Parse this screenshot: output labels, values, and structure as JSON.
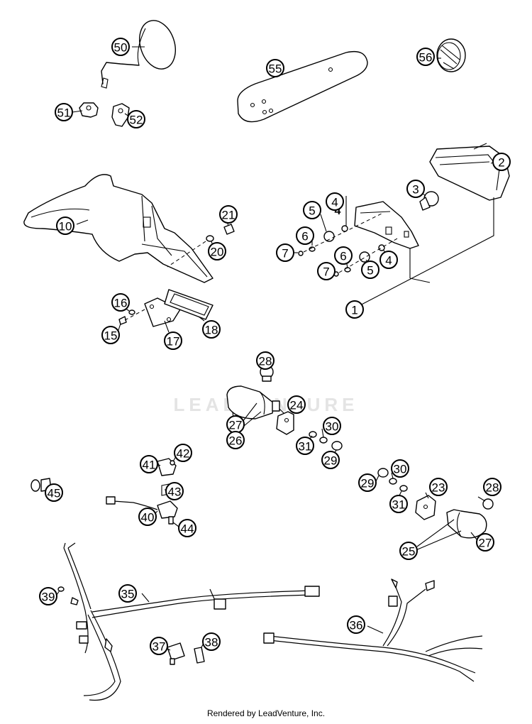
{
  "watermark": "LEADVENTURE",
  "footer": "Rendered by LeadVenture, Inc.",
  "group_label": "4",
  "callouts": [
    {
      "id": "c50",
      "label": "50"
    },
    {
      "id": "c51",
      "label": "51"
    },
    {
      "id": "c52",
      "label": "52"
    },
    {
      "id": "c55",
      "label": "55"
    },
    {
      "id": "c56",
      "label": "56"
    },
    {
      "id": "c2",
      "label": "2"
    },
    {
      "id": "c3",
      "label": "3"
    },
    {
      "id": "c10",
      "label": "10"
    },
    {
      "id": "c21",
      "label": "21"
    },
    {
      "id": "c20",
      "label": "20"
    },
    {
      "id": "c5a",
      "label": "5"
    },
    {
      "id": "c4a",
      "label": "4"
    },
    {
      "id": "c6a",
      "label": "6"
    },
    {
      "id": "c7a",
      "label": "7"
    },
    {
      "id": "c6b",
      "label": "6"
    },
    {
      "id": "c4b",
      "label": "4"
    },
    {
      "id": "c7b",
      "label": "7"
    },
    {
      "id": "c5b",
      "label": "5"
    },
    {
      "id": "c1",
      "label": "1"
    },
    {
      "id": "c16",
      "label": "16"
    },
    {
      "id": "c15",
      "label": "15"
    },
    {
      "id": "c17",
      "label": "17"
    },
    {
      "id": "c18",
      "label": "18"
    },
    {
      "id": "c28a",
      "label": "28"
    },
    {
      "id": "c24",
      "label": "24"
    },
    {
      "id": "c27a",
      "label": "27"
    },
    {
      "id": "c30a",
      "label": "30"
    },
    {
      "id": "c31a",
      "label": "31"
    },
    {
      "id": "c26",
      "label": "26"
    },
    {
      "id": "c29a",
      "label": "29"
    },
    {
      "id": "c42",
      "label": "42"
    },
    {
      "id": "c41",
      "label": "41"
    },
    {
      "id": "c43",
      "label": "43"
    },
    {
      "id": "c45",
      "label": "45"
    },
    {
      "id": "c40",
      "label": "40"
    },
    {
      "id": "c44",
      "label": "44"
    },
    {
      "id": "c29b",
      "label": "29"
    },
    {
      "id": "c30b",
      "label": "30"
    },
    {
      "id": "c23",
      "label": "23"
    },
    {
      "id": "c28b",
      "label": "28"
    },
    {
      "id": "c31b",
      "label": "31"
    },
    {
      "id": "c27b",
      "label": "27"
    },
    {
      "id": "c25",
      "label": "25"
    },
    {
      "id": "c39",
      "label": "39"
    },
    {
      "id": "c35",
      "label": "35"
    },
    {
      "id": "c36",
      "label": "36"
    },
    {
      "id": "c37",
      "label": "37"
    },
    {
      "id": "c38",
      "label": "38"
    }
  ]
}
